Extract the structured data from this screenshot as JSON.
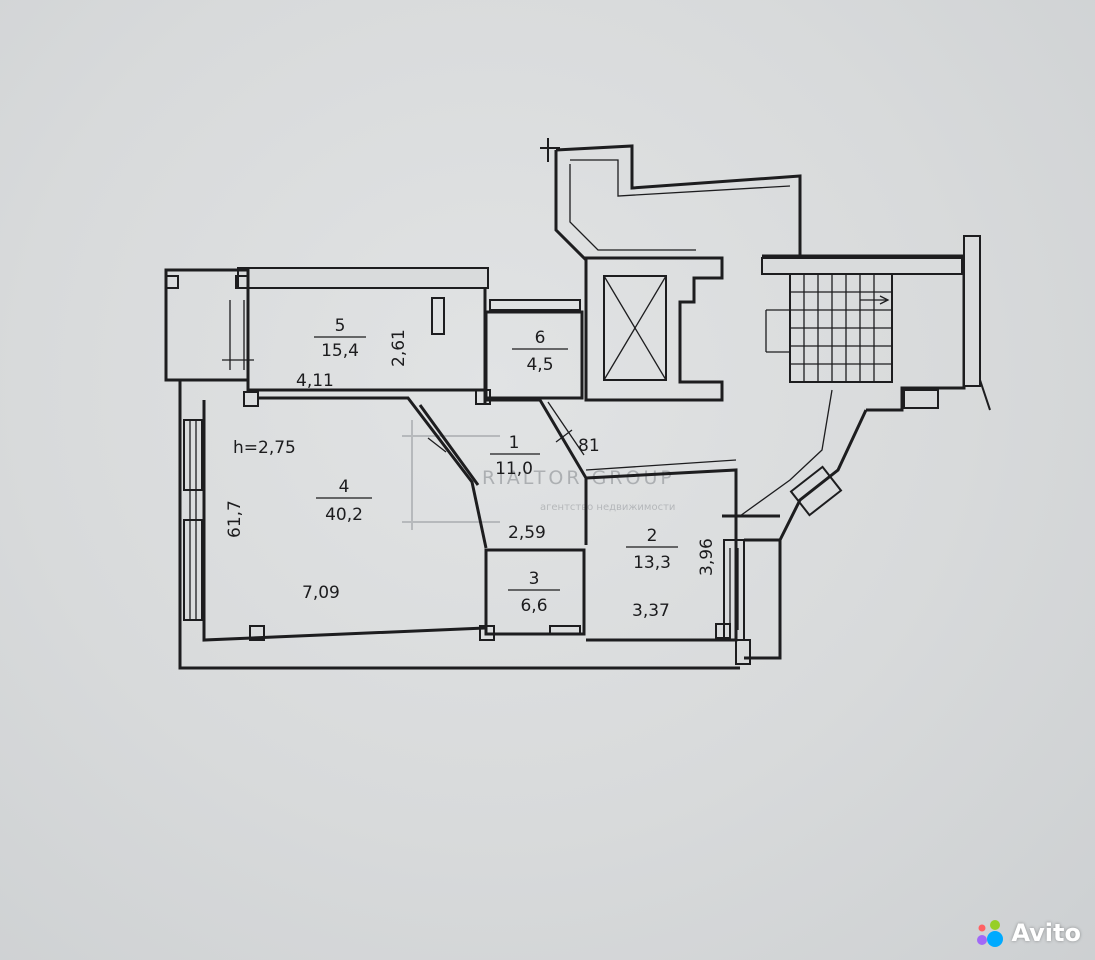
{
  "plan": {
    "rooms": [
      {
        "id": "room-5",
        "number": "5",
        "area": "15,4"
      },
      {
        "id": "room-6",
        "number": "6",
        "area": "4,5"
      },
      {
        "id": "room-1",
        "number": "1",
        "area": "11,0"
      },
      {
        "id": "room-4",
        "number": "4",
        "area": "40,2"
      },
      {
        "id": "room-2",
        "number": "2",
        "area": "13,3"
      },
      {
        "id": "room-3",
        "number": "3",
        "area": "6,6"
      }
    ],
    "ceiling_height": "h=2,75",
    "dimensions": {
      "room5_height": "2,61",
      "room5_width": "4,11",
      "room4_left": "61,7",
      "room4_bottom": "7,09",
      "hall_width": "2,59",
      "room1_diag": "81",
      "room2_height": "3,96",
      "room2_bottom": "3,37"
    }
  },
  "watermark": {
    "brand": "RIALTOR GROUP",
    "tagline": "агентство недвижимости"
  },
  "logo": {
    "text": "Avito",
    "colors": [
      "#00aaff",
      "#a169f7",
      "#97cf26",
      "#ff6163"
    ]
  }
}
